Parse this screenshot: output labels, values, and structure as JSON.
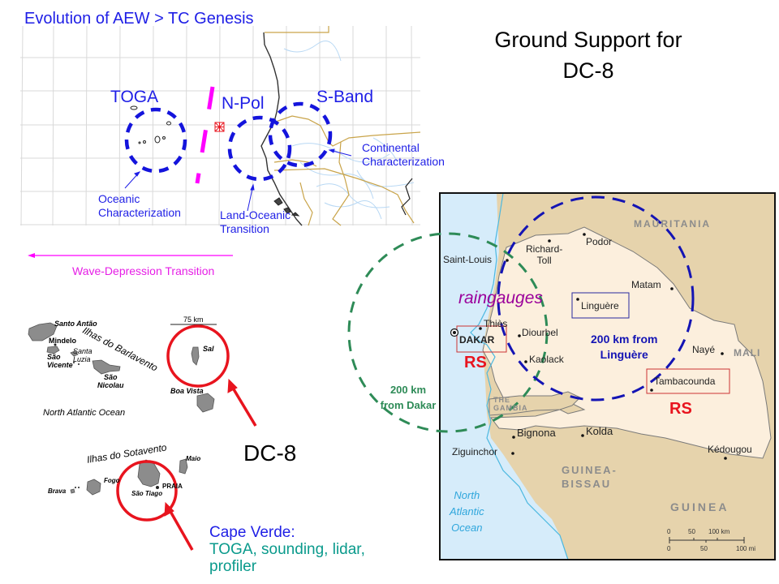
{
  "slide": {
    "title_left": "Evolution of AEW > TC Genesis",
    "title_right_line1": "Ground Support for",
    "title_right_line2": "DC-8"
  },
  "aew_map": {
    "regions": [
      {
        "label": "TOGA"
      },
      {
        "label": "N-Pol"
      },
      {
        "label": "S-Band"
      }
    ],
    "annotations": {
      "oceanic_1": "Oceanic",
      "oceanic_2": "Characterization",
      "land_1": "Land-Oceanic",
      "land_2": "Transition",
      "continental_1": "Continental",
      "continental_2": "Characterization"
    },
    "arrow_label": "Wave-Depression Transition"
  },
  "cape_verde_map": {
    "scale": "75 km",
    "island_group_north": "Ilhas do Barlavento",
    "island_group_south": "Ilhas do Sotavento",
    "ocean": "North Atlantic Ocean",
    "places": [
      "Santo Antão",
      "Mindelo",
      "São",
      "Vicente",
      "Santa",
      "Luzia",
      "São",
      "Nicolau",
      "Sal",
      "Boa Vista",
      "Maio",
      "Fogo",
      "Brava",
      "São Tiago",
      "PRAIA"
    ]
  },
  "dc8_label": "DC-8",
  "cape_verde_note": {
    "line1": "Cape Verde:",
    "line2": "TOGA, sounding, lidar,",
    "line3": "profiler"
  },
  "senegal_map": {
    "countries": {
      "mauritania": "MAURITANIA",
      "mali": "MALI",
      "gambia_1": "THE",
      "gambia_2": "GAMBIA",
      "guinea_bissau_1": "GUINEA-",
      "guinea_bissau_2": "BISSAU",
      "guinea": "GUINEA"
    },
    "ocean_1": "North",
    "ocean_2": "Atlantic",
    "ocean_3": "Ocean",
    "cities": {
      "saint_louis": "Saint-Louis",
      "richard_toll_1": "Richard-",
      "richard_toll_2": "Toll",
      "podor": "Podor",
      "matam": "Matam",
      "linguere": "Linguère",
      "thies": "Thiès",
      "dakar": "DAKAR",
      "diourbel": "Diourbel",
      "kaolack": "Kaolack",
      "naye": "Nayé",
      "tambacounda": "Tambacounda",
      "bignona": "Bignona",
      "kolda": "Kolda",
      "ziguinchor": "Ziguinchor",
      "kedougou": "Kédougou"
    },
    "raingauges": "raingauges",
    "rs_dakar": "RS",
    "rs_tamba": "RS",
    "range_linguere_1": "200 km from",
    "range_linguere_2": "Linguère",
    "range_dakar_1": "200 km",
    "range_dakar_2": "from Dakar",
    "scale_km": [
      "0",
      "50",
      "100 km"
    ],
    "scale_mi": [
      "0",
      "50",
      "100 mi"
    ]
  },
  "colors": {
    "title_blue": "#1f1fe6",
    "magenta": "#e61ee6",
    "red": "#e8141e",
    "green_dash": "#2e8b57",
    "teal": "#0a9a8c",
    "purple": "#9b009b",
    "land": "#fbefdc",
    "neighbour": "#e6d3ac",
    "water": "#d6ecfa"
  }
}
